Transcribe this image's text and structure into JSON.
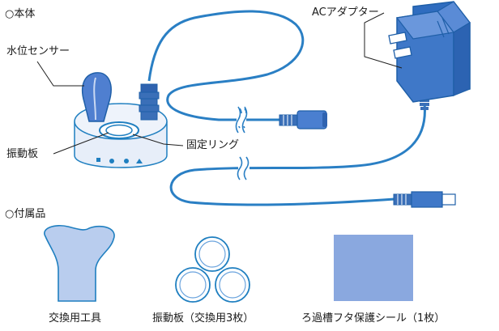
{
  "sections": {
    "main_unit": "○本体",
    "accessories": "○付属品"
  },
  "labels": {
    "water_sensor": "水位センサー",
    "ac_adapter": "ACアダプター",
    "vibration_plate": "振動板",
    "fixing_ring": "固定リング"
  },
  "accessory_captions": {
    "replacement_tool": "交換用工具",
    "spare_plates": "振動板（交換用3枚）",
    "protective_seal": "ろ過槽フタ保護シール（1枚）"
  },
  "colors": {
    "outline": "#1f7fc0",
    "cable": "#2a7fc4",
    "body_fill": "#e7eef9",
    "sensor_fill": "#4f7fd0",
    "adapter_fill": "#3f78c8",
    "tool_fill": "#b9cdee",
    "seal_fill": "#8aa8df",
    "plug_fill": "#3a6fb8"
  }
}
